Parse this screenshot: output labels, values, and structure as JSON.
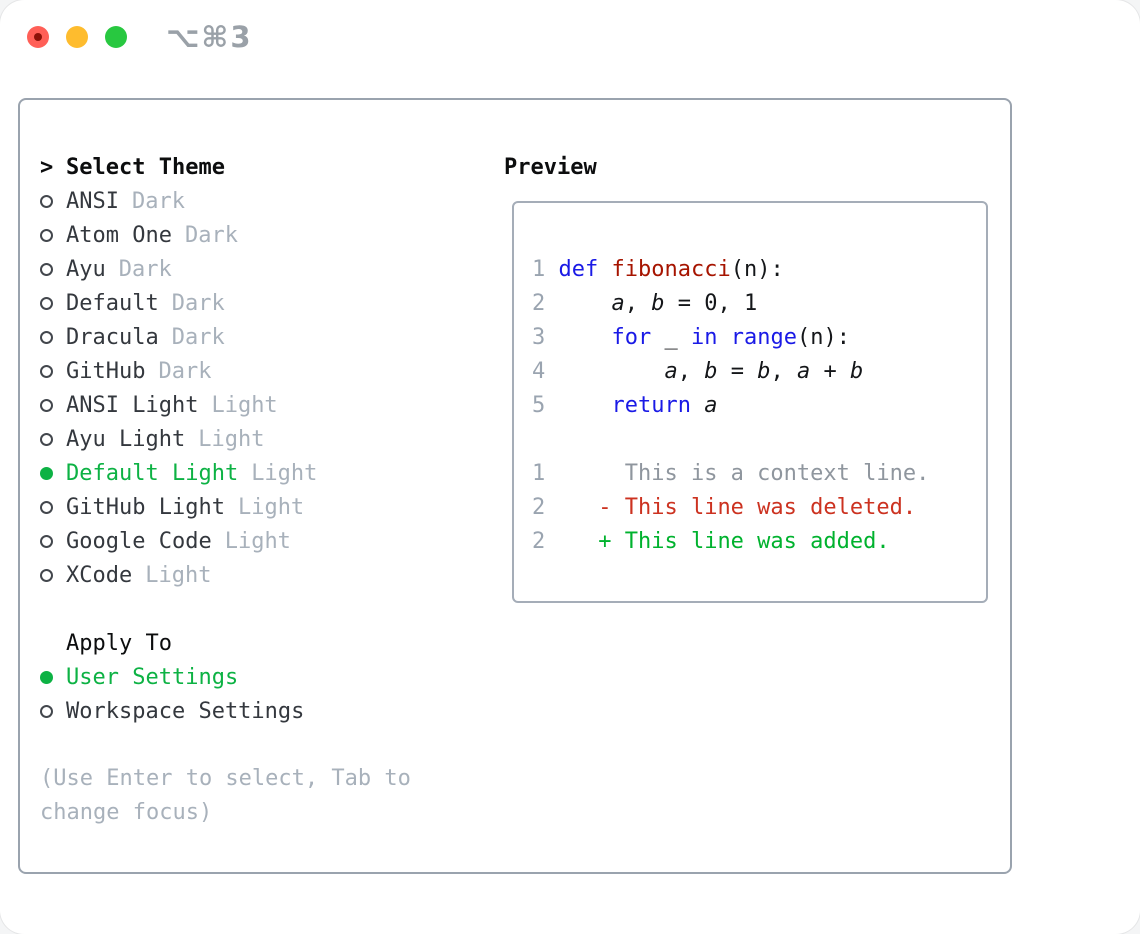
{
  "window": {
    "shortcut_title": "⌥⌘3",
    "traffic_lights": {
      "close": "#ff5f57",
      "close_dot": "#8c1209",
      "minimize": "#febc2e",
      "zoom": "#28c840"
    }
  },
  "theme_section": {
    "header_marker": ">",
    "header_label": "Select Theme",
    "items": [
      {
        "name": "ANSI",
        "variant": "Dark",
        "selected": false
      },
      {
        "name": "Atom One",
        "variant": "Dark",
        "selected": false
      },
      {
        "name": "Ayu",
        "variant": "Dark",
        "selected": false
      },
      {
        "name": "Default",
        "variant": "Dark",
        "selected": false
      },
      {
        "name": "Dracula",
        "variant": "Dark",
        "selected": false
      },
      {
        "name": "GitHub",
        "variant": "Dark",
        "selected": false
      },
      {
        "name": "ANSI Light",
        "variant": "Light",
        "selected": false
      },
      {
        "name": "Ayu Light",
        "variant": "Light",
        "selected": false
      },
      {
        "name": "Default Light",
        "variant": "Light",
        "selected": true
      },
      {
        "name": "GitHub Light",
        "variant": "Light",
        "selected": false
      },
      {
        "name": "Google Code",
        "variant": "Light",
        "selected": false
      },
      {
        "name": "XCode",
        "variant": "Light",
        "selected": false
      }
    ]
  },
  "apply_section": {
    "header": "Apply To",
    "items": [
      {
        "name": "User Settings",
        "selected": true
      },
      {
        "name": "Workspace Settings",
        "selected": false
      }
    ]
  },
  "help_text": "(Use Enter to select, Tab to change focus)",
  "preview": {
    "label": "Preview",
    "lines": [
      {
        "segs": [
          {
            "t": "1 ",
            "c": "ln"
          },
          {
            "t": "def",
            "c": "kw"
          },
          {
            "t": " ",
            "c": "pl"
          },
          {
            "t": "fibonacci",
            "c": "fn"
          },
          {
            "t": "(n):",
            "c": "pl"
          }
        ]
      },
      {
        "segs": [
          {
            "t": "2 ",
            "c": "ln"
          },
          {
            "t": "    ",
            "c": "pl"
          },
          {
            "t": "a",
            "c": "var"
          },
          {
            "t": ", ",
            "c": "pl"
          },
          {
            "t": "b",
            "c": "var"
          },
          {
            "t": " = 0, 1",
            "c": "pl"
          }
        ]
      },
      {
        "segs": [
          {
            "t": "3 ",
            "c": "ln"
          },
          {
            "t": "    ",
            "c": "pl"
          },
          {
            "t": "for",
            "c": "kw"
          },
          {
            "t": " _ ",
            "c": "pl"
          },
          {
            "t": "in",
            "c": "kw"
          },
          {
            "t": " ",
            "c": "pl"
          },
          {
            "t": "range",
            "c": "kw"
          },
          {
            "t": "(n):",
            "c": "pl"
          }
        ]
      },
      {
        "segs": [
          {
            "t": "4 ",
            "c": "ln"
          },
          {
            "t": "        ",
            "c": "pl"
          },
          {
            "t": "a",
            "c": "var"
          },
          {
            "t": ", ",
            "c": "pl"
          },
          {
            "t": "b",
            "c": "var"
          },
          {
            "t": " = ",
            "c": "pl"
          },
          {
            "t": "b",
            "c": "var"
          },
          {
            "t": ", ",
            "c": "pl"
          },
          {
            "t": "a",
            "c": "var"
          },
          {
            "t": " + ",
            "c": "pl"
          },
          {
            "t": "b",
            "c": "var"
          }
        ]
      },
      {
        "segs": [
          {
            "t": "5 ",
            "c": "ln"
          },
          {
            "t": "    ",
            "c": "pl"
          },
          {
            "t": "return",
            "c": "kw"
          },
          {
            "t": " ",
            "c": "pl"
          },
          {
            "t": "a",
            "c": "var"
          }
        ]
      },
      {
        "segs": []
      },
      {
        "segs": [
          {
            "t": "1",
            "c": "ln"
          },
          {
            "t": "      This is a context line.",
            "c": "ctx"
          }
        ]
      },
      {
        "segs": [
          {
            "t": "2",
            "c": "ln"
          },
          {
            "t": "    ",
            "c": "pl"
          },
          {
            "t": "- This line was deleted.",
            "c": "del"
          }
        ]
      },
      {
        "segs": [
          {
            "t": "2",
            "c": "ln"
          },
          {
            "t": "    ",
            "c": "pl"
          },
          {
            "t": "+ This line was added.",
            "c": "add"
          }
        ]
      }
    ]
  },
  "colors": {
    "accent_green": "#0db244",
    "keyword_blue": "#1a1ae6",
    "function_red": "#a61400",
    "diff_deleted": "#cc3220",
    "diff_added": "#00b22e",
    "muted_gray": "#a8b1bb",
    "line_number_gray": "#9aa4b0",
    "box_border": "#9aa3ae",
    "text_dark": "#34383e"
  }
}
